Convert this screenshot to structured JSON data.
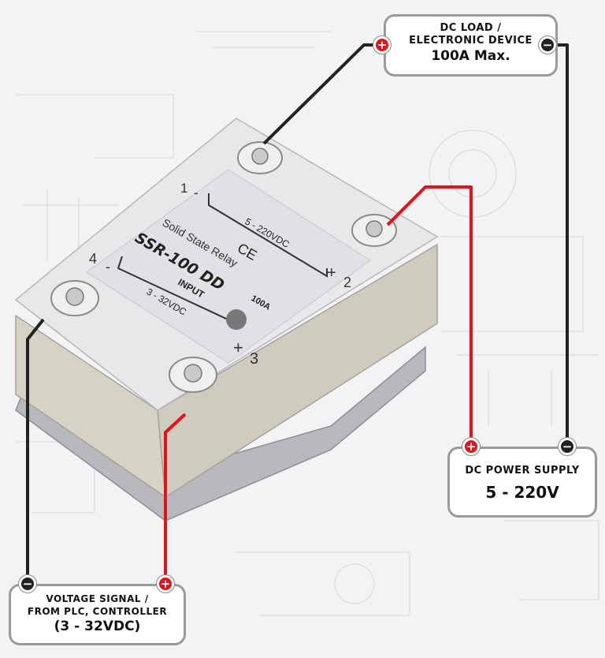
{
  "load": {
    "line1": "DC LOAD /",
    "line2": "ELECTRONIC DEVICE",
    "rating": "100A Max."
  },
  "power_supply": {
    "label": "DC POWER SUPPLY",
    "voltage": "5 - 220V"
  },
  "signal": {
    "line1": "VOLTAGE SIGNAL /",
    "line2": "FROM PLC, CONTROLLER",
    "range": "(3 - 32VDC)"
  },
  "relay": {
    "brand_label": "Solid State Relay",
    "model": "SSR-100 DD",
    "output_range": "5 - 220VDC",
    "input_label": "INPUT",
    "input_range": "3 - 32VDC",
    "current": "100A",
    "ce_mark": "CE",
    "terminal_1": "1",
    "terminal_1_sign": "-",
    "terminal_2": "2",
    "terminal_2_sign": "+",
    "terminal_3": "3",
    "terminal_3_sign": "+",
    "terminal_4": "4",
    "terminal_4_sign": "-"
  },
  "symbols": {
    "plus": "+",
    "minus": "−"
  },
  "colors": {
    "positive_wire": "#e8111a",
    "negative_wire": "#222222",
    "box_border": "#9a9a9a"
  }
}
